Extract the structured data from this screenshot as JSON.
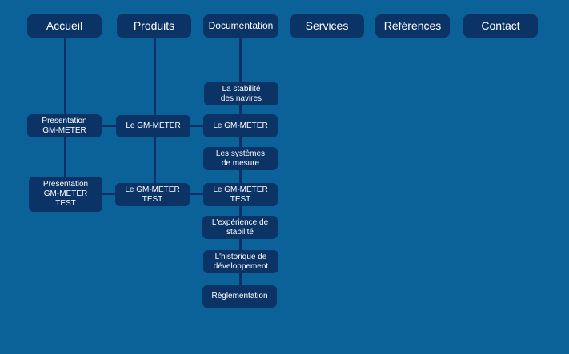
{
  "nav": {
    "accueil": "Accueil",
    "produits": "Produits",
    "documentation": "Documentation",
    "services": "Services",
    "references": "Références",
    "contact": "Contact"
  },
  "accueil_children": {
    "presentation": "Presentation\nGM-METER",
    "presentation_test": "Presentation\nGM-METER\nTEST"
  },
  "produits_children": {
    "gm_meter": "Le GM-METER",
    "gm_meter_test": "Le GM-METER\nTEST"
  },
  "documentation_children": {
    "stabilite": "La stabilité\ndes navires",
    "gm_meter": "Le GM-METER",
    "systemes": "Les systèmes\nde mesure",
    "gm_meter_test": "Le GM-METER\nTEST",
    "experience": "L'expérience de\nstabilité",
    "historique": "L'historique de\ndéveloppement",
    "reglementation": "Réglementation"
  },
  "colors": {
    "background": "#0a6299",
    "node": "#0b3366",
    "text": "#ffffff"
  }
}
